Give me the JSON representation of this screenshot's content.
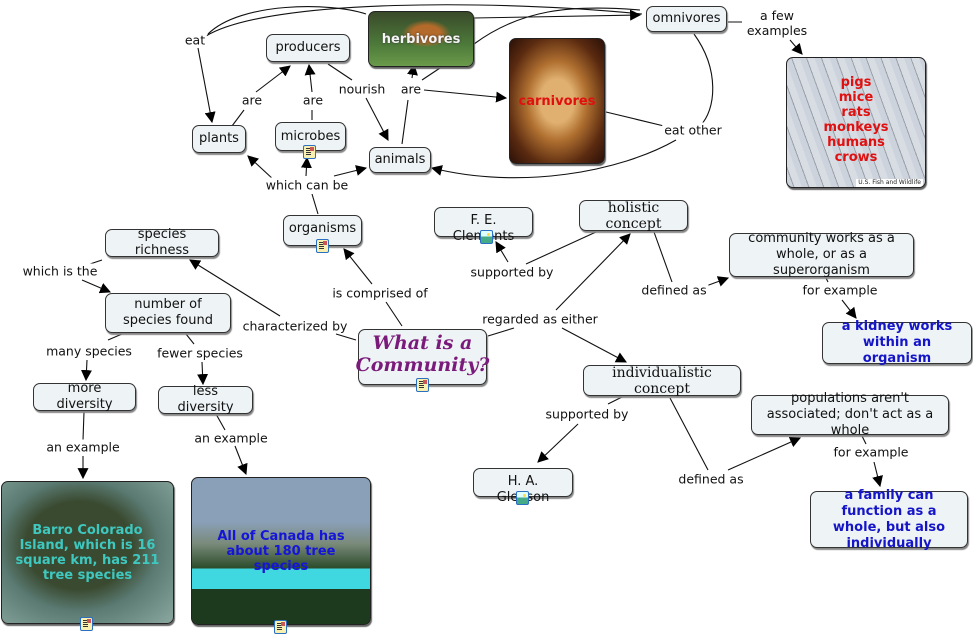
{
  "title": "What is a Community?",
  "nodes": {
    "main": "What is a Community?",
    "organisms": "organisms",
    "plants": "plants",
    "microbes": "microbes",
    "animals": "animals",
    "producers": "producers",
    "herbivores": "herbivores",
    "carnivores": "carnivores",
    "omnivores": "omnivores",
    "omnivore_examples": [
      "pigs",
      "mice",
      "rats",
      "monkeys",
      "humans",
      "crows"
    ],
    "photo_credit": "U.S. Fish and Wildlife",
    "species_richness": "species richness",
    "number_of_species": "number of species found",
    "more_diversity": "more diversity",
    "less_diversity": "less diversity",
    "barro": "Barro Colorado Island, which is 16 square km, has 211 tree species",
    "canada": "All of Canada has about 180 tree species",
    "clements": "F. E. Clements",
    "holistic": "holistic concept",
    "superorganism": "community works as a whole, or as a superorganism",
    "kidney": "a kidney works within an organism",
    "individualistic": "individualistic concept",
    "gleason": "H. A. Gleason",
    "not_associated": "populations aren't associated; don't act as a whole",
    "family": "a family can function as a whole, but also individually"
  },
  "links": {
    "eat": "eat",
    "are_plants": "are",
    "are_microbes": "are",
    "nourish": "nourish",
    "are_animals": "are",
    "which_can_be": "which can be",
    "a_few_examples": "a few examples",
    "eat_other": "eat other",
    "is_comprised_of": "is comprised of",
    "characterized_by": "characterized by",
    "which_is_the": "which is the",
    "many_species": "many species",
    "fewer_species": "fewer species",
    "an_example_1": "an example",
    "an_example_2": "an example",
    "supported_by_1": "supported by",
    "regarded_as_either": "regarded as either",
    "defined_as_1": "defined as",
    "for_example_1": "for example",
    "supported_by_2": "supported by",
    "defined_as_2": "defined as",
    "for_example_2": "for example"
  },
  "colors": {
    "node_fill": "#eef3f5",
    "main_text": "#7a1a7a",
    "example_text": "#1515c8",
    "carnivore_text": "#e01010",
    "barro_text": "#3ec8c0"
  }
}
